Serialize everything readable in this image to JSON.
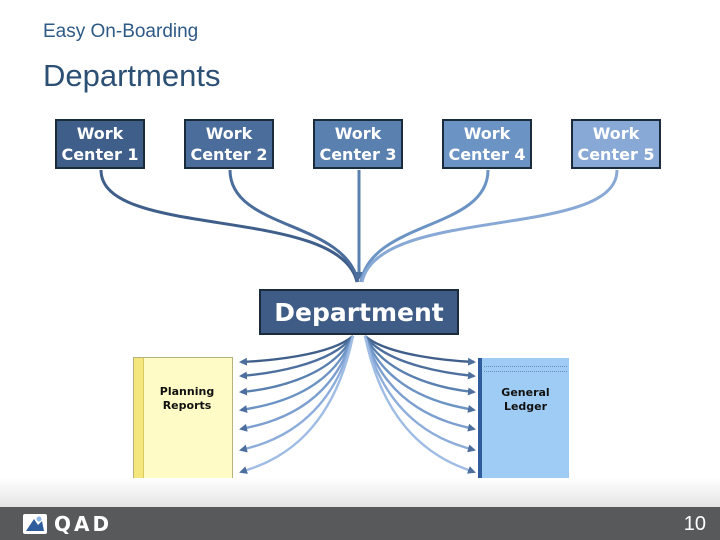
{
  "header": {
    "subtitle": "Easy On-Boarding",
    "title": "Departments"
  },
  "work_centers": [
    {
      "label": "Work\nCenter 1",
      "color": "#3f5f8a"
    },
    {
      "label": "Work\nCenter 2",
      "color": "#4a6d9b"
    },
    {
      "label": "Work\nCenter 3",
      "color": "#5a80b0"
    },
    {
      "label": "Work\nCenter 4",
      "color": "#6b93c4"
    },
    {
      "label": "Work\nCenter 5",
      "color": "#88a9d6"
    }
  ],
  "department": {
    "label": "Department",
    "color": "#3e5c85"
  },
  "outputs": {
    "planning": {
      "label": "Planning\nReports",
      "color": "#fffbc6"
    },
    "ledger": {
      "label": "General\nLedger",
      "color": "#9fccf5"
    }
  },
  "footer": {
    "logo": "QAD",
    "logo_icon": "qad-logo-icon",
    "page_number": "10"
  }
}
